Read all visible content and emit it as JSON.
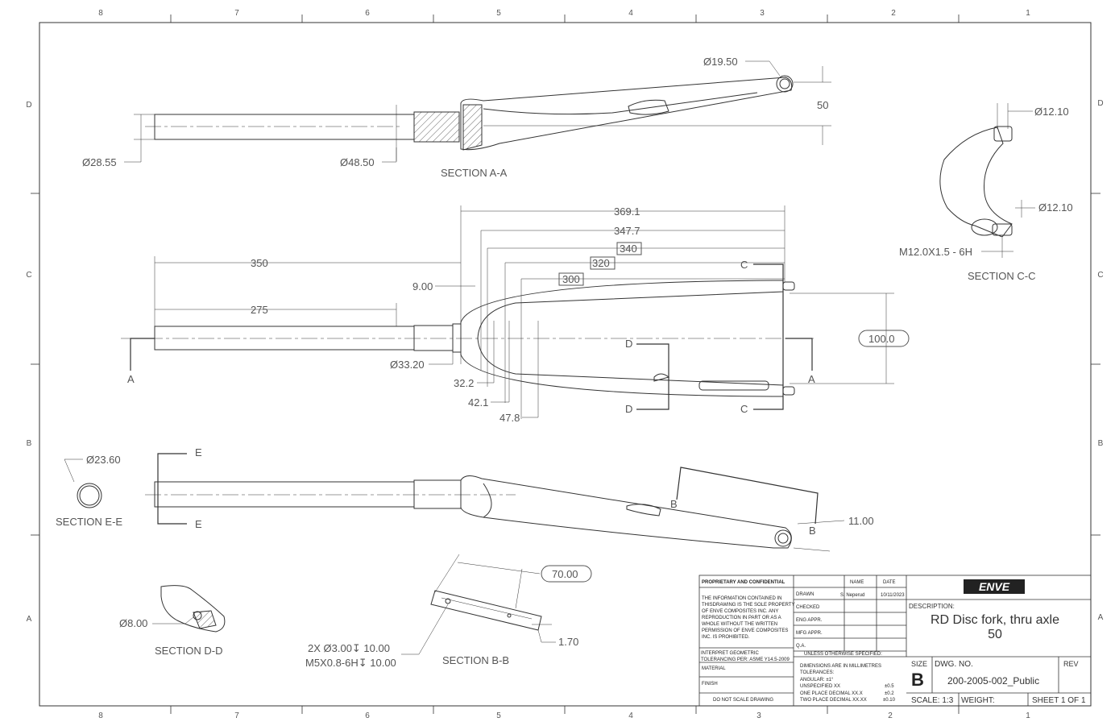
{
  "zones": {
    "columns": [
      "8",
      "7",
      "6",
      "5",
      "4",
      "3",
      "2",
      "1"
    ],
    "rows": [
      "D",
      "C",
      "B",
      "A"
    ]
  },
  "views": {
    "section_aa": {
      "title": "SECTION A-A",
      "dia_steerer": "Ø28.55",
      "dia_crown": "Ø48.50",
      "dia_dropout": "Ø19.50",
      "offset": "50"
    },
    "section_cc": {
      "title": "SECTION C-C",
      "dia_top": "Ø12.10",
      "dia_bottom": "Ø12.10",
      "thread": "M12.0X1.5 - 6H"
    },
    "front": {
      "d369": "369.1",
      "d347": "347.7",
      "d340": "340",
      "d320": "320",
      "d300": "300",
      "d350": "350",
      "d275": "275",
      "d9": "9.00",
      "d33": "Ø33.20",
      "d32": "32.2",
      "d42": "42.1",
      "d47": "47.8",
      "d100": "100.0",
      "label_a": "A",
      "label_c": "C",
      "label_d": "D"
    },
    "side": {
      "dia_ee": "Ø23.60",
      "title_ee": "SECTION E-E",
      "label_e": "E",
      "label_b": "B",
      "d11": "11.00"
    },
    "section_dd": {
      "title": "SECTION D-D",
      "dia": "Ø8.00"
    },
    "section_bb": {
      "title": "SECTION B-B",
      "d70": "70.00",
      "d170": "1.70",
      "hole1": "2X  Ø3.00↧ 10.00",
      "hole2": "M5X0.8-6H↧ 10.00"
    }
  },
  "title_block": {
    "proprietary_heading": "PROPRIETARY AND CONFIDENTIAL",
    "proprietary_text": [
      "THE INFORMATION CONTAINED IN",
      "THISDRAWING IS THE SOLE PROPERTY",
      "OF ENVE COMPOSITES INC. ANY",
      "REPRODUCTION IN PART OR AS A",
      "WHOLE WITHOUT THE WRITTEN",
      "PERMISSION OF ENVE COMPOSITES",
      "INC. IS PROHIBITED."
    ],
    "gdt_line1": "INTERPRET GEOMETRIC",
    "gdt_line2": "TOLERANCING PER: ASME Y14.5-2009",
    "material": "MATERIAL",
    "finish": "FINISH",
    "no_scale": "DO NOT SCALE DRAWING",
    "col_name": "NAME",
    "col_date": "DATE",
    "rows": [
      "DRAWN",
      "CHECKED",
      "ENG APPR.",
      "MFG APPR.",
      "Q.A."
    ],
    "drawn_name": "S. Neperud",
    "drawn_date": "10/11/2023",
    "unless": "UNLESS OTHERWISE SPECIFIED:",
    "tolerances": [
      "DIMENSIONS ARE IN MILLIMETRES",
      "TOLERANCES:",
      "ANGULAR: ±1°",
      "UNSPECIFIED XX",
      "ONE PLACE DECIMAL XX.X",
      "TWO PLACE DECIMAL XX.XX"
    ],
    "tol_values": [
      "±0.5",
      "±0.2",
      "±0.10"
    ],
    "logo_text": "ENVE",
    "description_label": "DESCRIPTION:",
    "description_line1": "RD Disc fork, thru axle",
    "description_line2": "50",
    "size_label": "SIZE",
    "size_value": "B",
    "dwg_label": "DWG.  NO.",
    "dwg_value": "200-2005-002_Public",
    "rev_label": "REV",
    "scale": "SCALE: 1:3",
    "weight": "WEIGHT:",
    "sheet": "SHEET 1 OF 1"
  }
}
